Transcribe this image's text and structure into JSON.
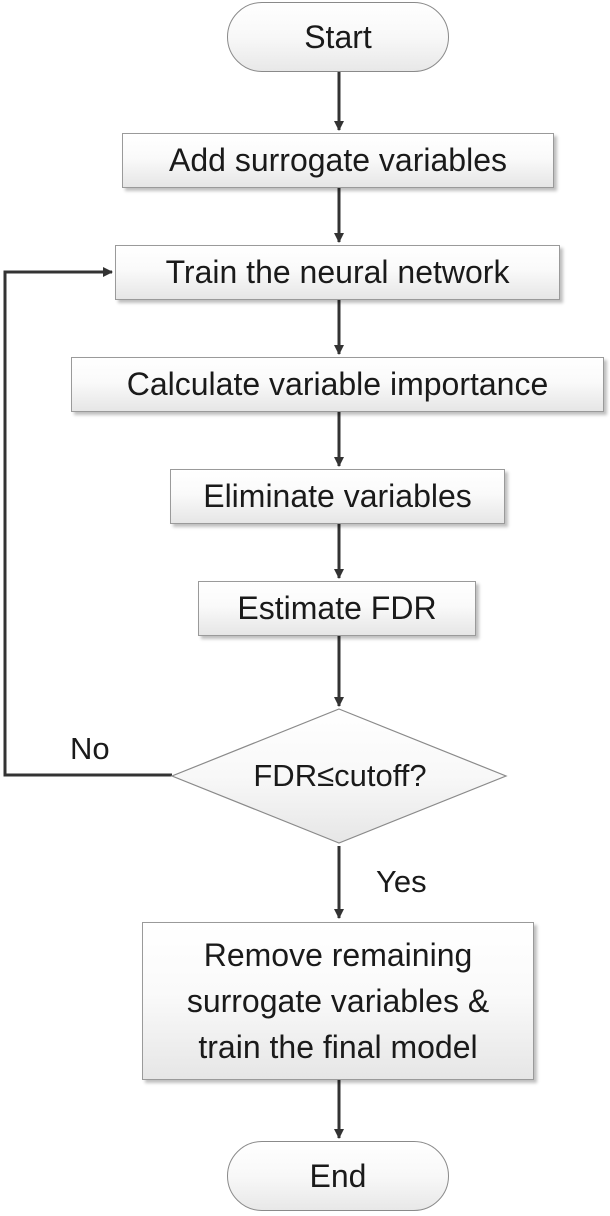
{
  "flowchart": {
    "start": "Start",
    "add_surrogate": "Add surrogate variables",
    "train_network": "Train the neural network",
    "calc_importance": "Calculate variable importance",
    "eliminate": "Eliminate variables",
    "estimate_fdr": "Estimate FDR",
    "decision": "FDR≤cutoff?",
    "no_label": "No",
    "yes_label": "Yes",
    "final_line1": "Remove remaining",
    "final_line2": "surrogate variables &",
    "final_line3": "train the final model",
    "end": "End"
  }
}
